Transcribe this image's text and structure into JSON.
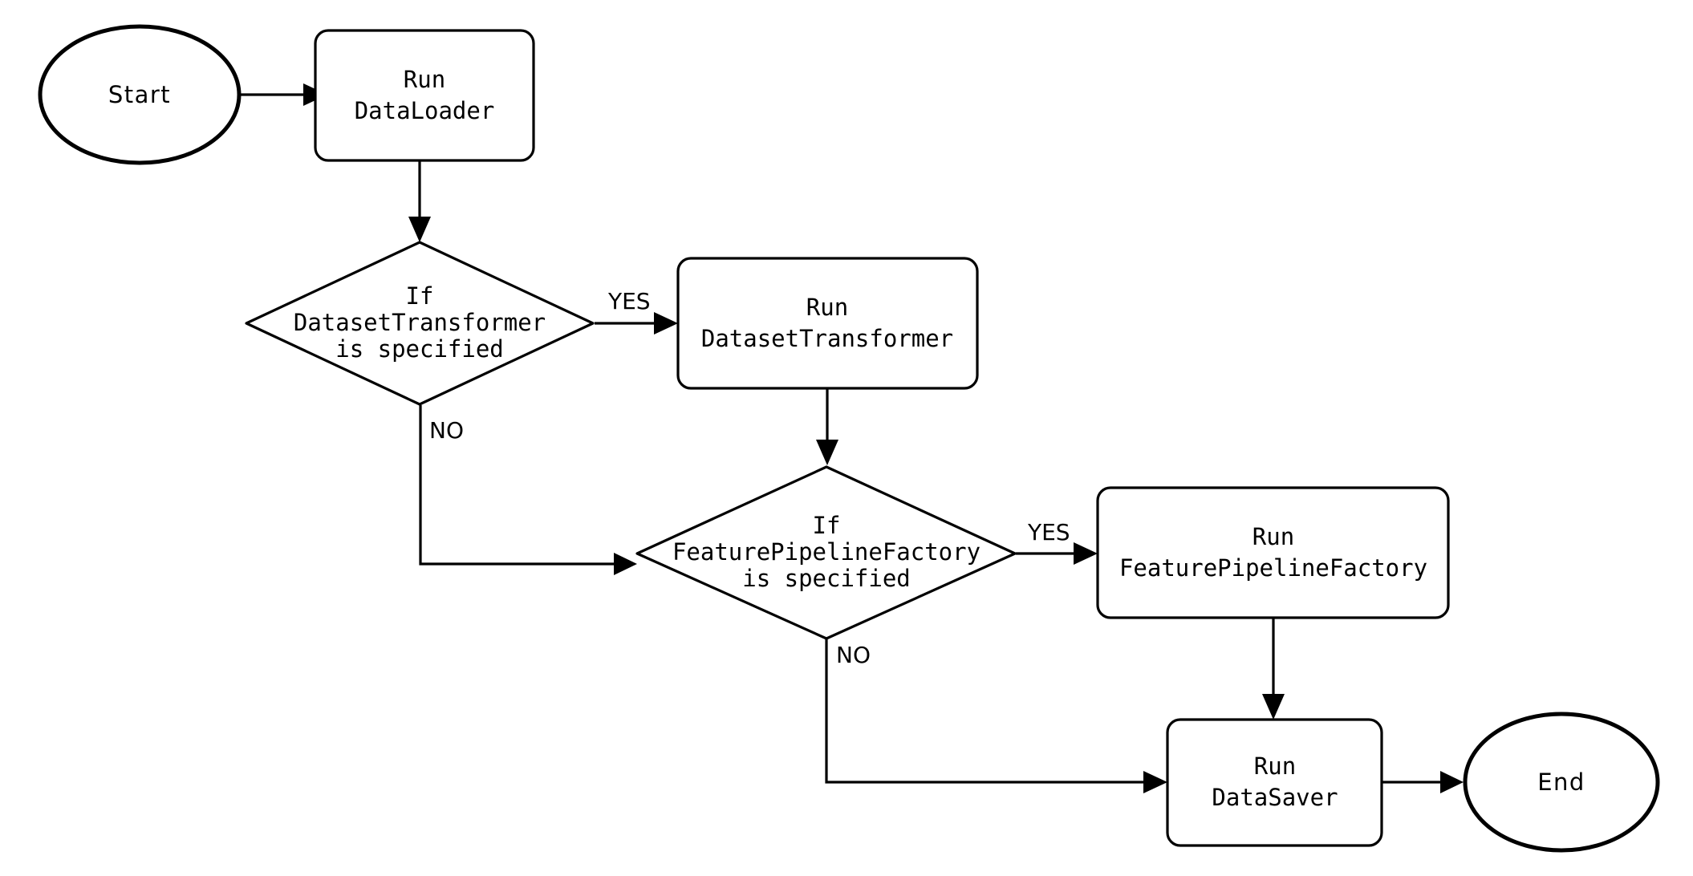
{
  "diagram": {
    "type": "flowchart",
    "orientation": "left-to-right with top-to-bottom decision branches",
    "background_color": "#ffffff",
    "line_color": "#000000",
    "node_fill_color": "#ffffff",
    "nodes": [
      {
        "id": "start",
        "shape": "ellipse",
        "label": "Start"
      },
      {
        "id": "dataloader",
        "shape": "rounded-rect",
        "label_line1": "Run",
        "label_line2": "DataLoader"
      },
      {
        "id": "decision1",
        "shape": "diamond",
        "label_line1": "If",
        "label_line2": "DatasetTransformer",
        "label_line3": "is specified"
      },
      {
        "id": "transformer",
        "shape": "rounded-rect",
        "label_line1": "Run",
        "label_line2": "DatasetTransformer"
      },
      {
        "id": "decision2",
        "shape": "diamond",
        "label_line1": "If",
        "label_line2": "FeaturePipelineFactory",
        "label_line3": "is specified"
      },
      {
        "id": "factory",
        "shape": "rounded-rect",
        "label_line1": "Run",
        "label_line2": "FeaturePipelineFactory"
      },
      {
        "id": "datasaver",
        "shape": "rounded-rect",
        "label_line1": "Run",
        "label_line2": "DataSaver"
      },
      {
        "id": "end",
        "shape": "ellipse",
        "label": "End"
      }
    ],
    "edges": [
      {
        "id": "e-start-dataloader",
        "from": "start",
        "to": "dataloader",
        "label": ""
      },
      {
        "id": "e-dataloader-decision1",
        "from": "dataloader",
        "to": "decision1",
        "label": ""
      },
      {
        "id": "e-decision1-transformer",
        "from": "decision1",
        "to": "transformer",
        "label": "YES"
      },
      {
        "id": "e-decision1-decision2",
        "from": "decision1",
        "to": "decision2",
        "label": "NO"
      },
      {
        "id": "e-transformer-decision2",
        "from": "transformer",
        "to": "decision2",
        "label": ""
      },
      {
        "id": "e-decision2-factory",
        "from": "decision2",
        "to": "factory",
        "label": "YES"
      },
      {
        "id": "e-decision2-datasaver",
        "from": "decision2",
        "to": "datasaver",
        "label": "NO"
      },
      {
        "id": "e-factory-datasaver",
        "from": "factory",
        "to": "datasaver",
        "label": ""
      },
      {
        "id": "e-datasaver-end",
        "from": "datasaver",
        "to": "end",
        "label": ""
      }
    ]
  }
}
